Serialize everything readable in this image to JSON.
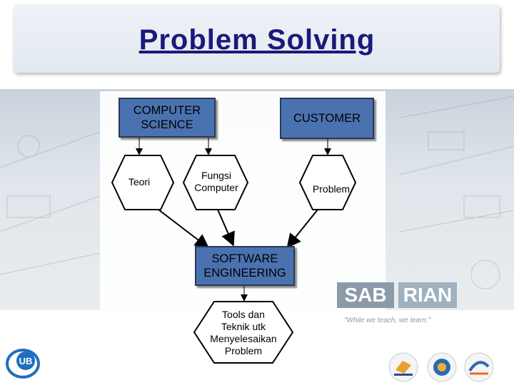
{
  "slide": {
    "title": "Problem Solving"
  },
  "diagram": {
    "nodes": {
      "computer_science": "COMPUTER\nSCIENCE",
      "customer": "CUSTOMER",
      "teori": "Teori",
      "fungsi_computer": "Fungsi\nComputer",
      "problem": "Problem",
      "software_engineering": "SOFTWARE\nENGINEERING",
      "tools": "Tools dan\nTeknik utk\nMenyelesaikan\nProblem"
    },
    "colors": {
      "box_fill": "#4a72b0",
      "box_border": "#2a3a55",
      "title": "#1a1a7a"
    }
  },
  "background": {
    "brand_left": "SAB",
    "brand_right": "RIAN",
    "tagline": "\"While we teach, we learn.\"",
    "logo_text": "UB"
  }
}
